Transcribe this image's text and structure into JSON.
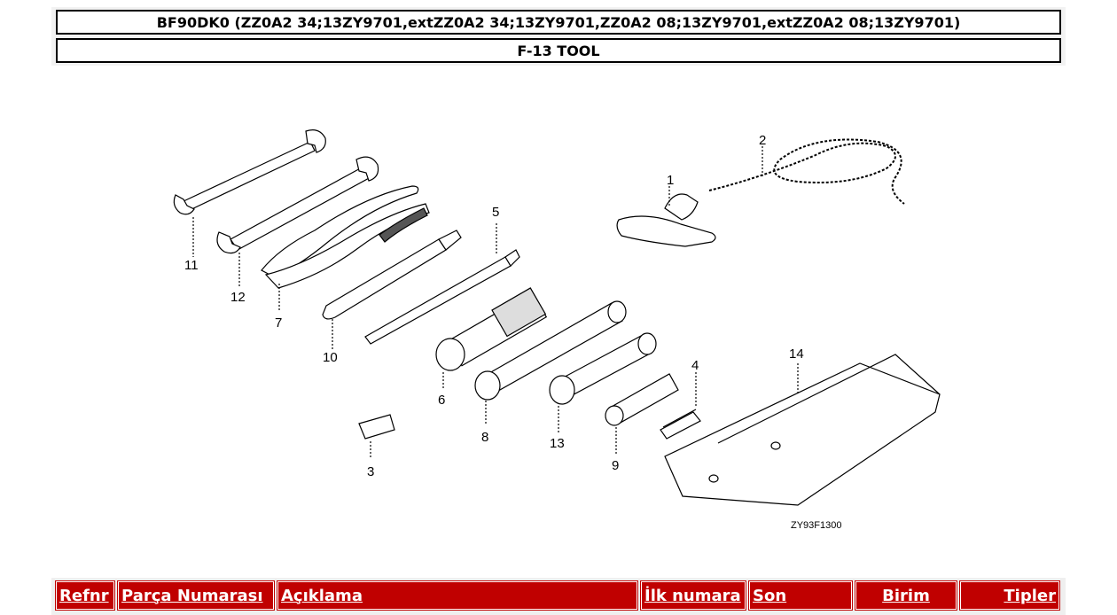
{
  "header": {
    "model_line": "BF90DK0 (ZZ0A2 34;13ZY9701,extZZ0A2 34;13ZY9701,ZZ0A2 08;13ZY9701,extZZ0A2 08;13ZY9701)",
    "section_title": "F-13 TOOL"
  },
  "diagram": {
    "code": "ZY93F1300",
    "callouts": [
      "1",
      "2",
      "3",
      "4",
      "5",
      "6",
      "7",
      "8",
      "9",
      "10",
      "11",
      "12",
      "13",
      "14"
    ]
  },
  "table": {
    "columns": [
      "Refnr",
      "Parça Numarası",
      "Açıklama",
      "İlk numara",
      "Son",
      "Birim",
      "Tipler"
    ]
  }
}
